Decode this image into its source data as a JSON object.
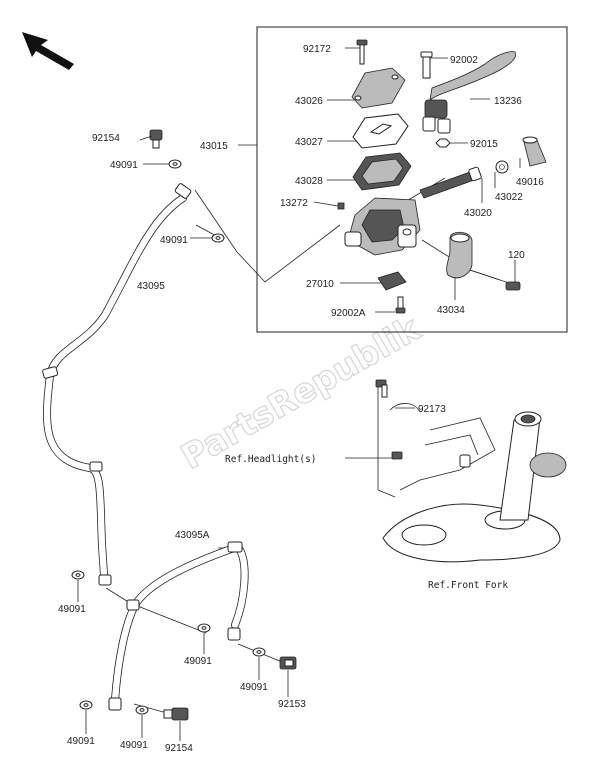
{
  "watermark": "PartsRepublik",
  "labels": {
    "p92172": "92172",
    "p92002": "92002",
    "p43026": "43026",
    "p13236": "13236",
    "p43027": "43027",
    "p92015": "92015",
    "p43015": "43015",
    "p92154_top": "92154",
    "p49091_top": "49091",
    "p43028": "43028",
    "p49016": "49016",
    "p43022": "43022",
    "p13272": "13272",
    "p43020": "43020",
    "p49091_mid": "49091",
    "p43095": "43095",
    "p120": "120",
    "p27010": "27010",
    "p92002A": "92002A",
    "p43034": "43034",
    "p92173": "92173",
    "ref_headlight": "Ref.Headlight(s)",
    "ref_front_fork": "Ref.Front Fork",
    "p43095A": "43095A",
    "p49091_l1": "49091",
    "p49091_l2": "49091",
    "p49091_l3": "49091",
    "p92153": "92153",
    "p49091_b1": "49091",
    "p49091_b2": "49091",
    "p92154_b": "92154"
  },
  "icons": {
    "direction_arrow": "front-direction-arrow-icon"
  }
}
